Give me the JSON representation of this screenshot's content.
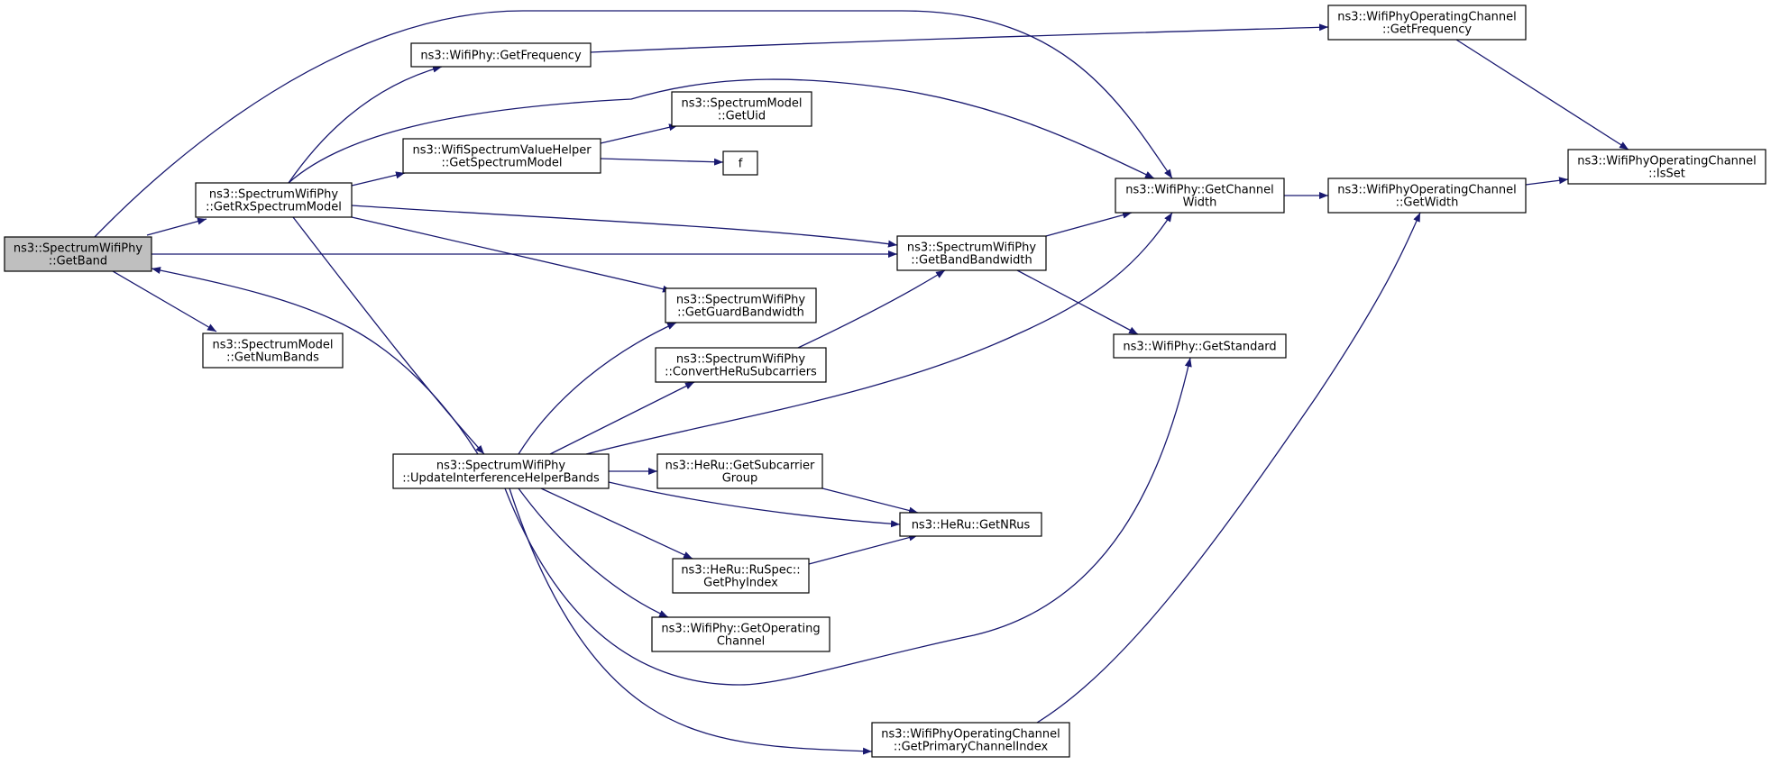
{
  "colors": {
    "edge": "#191970",
    "focus_fill": "#bfbfbf",
    "node_border": "#000000",
    "background": "#ffffff"
  },
  "nodes": [
    {
      "id": "getband",
      "lines": [
        "ns3::SpectrumWifiPhy",
        "::GetBand"
      ],
      "focus": true
    },
    {
      "id": "getrxspectrummodel",
      "lines": [
        "ns3::SpectrumWifiPhy",
        "::GetRxSpectrumModel"
      ]
    },
    {
      "id": "getnumbands",
      "lines": [
        "ns3::SpectrumModel",
        "::GetNumBands"
      ]
    },
    {
      "id": "wifiphy-getfrequency",
      "lines": [
        "ns3::WifiPhy::GetFrequency"
      ]
    },
    {
      "id": "getspectrummodel",
      "lines": [
        "ns3::WifiSpectrumValueHelper",
        "::GetSpectrumModel"
      ]
    },
    {
      "id": "updateinterferencehelperbands",
      "lines": [
        "ns3::SpectrumWifiPhy",
        "::UpdateInterferenceHelperBands"
      ]
    },
    {
      "id": "getuid",
      "lines": [
        "ns3::SpectrumModel",
        "::GetUid"
      ]
    },
    {
      "id": "f",
      "lines": [
        "f"
      ]
    },
    {
      "id": "getguardbandwidth",
      "lines": [
        "ns3::SpectrumWifiPhy",
        "::GetGuardBandwidth"
      ]
    },
    {
      "id": "convertherusubcarriers",
      "lines": [
        "ns3::SpectrumWifiPhy",
        "::ConvertHeRuSubcarriers"
      ]
    },
    {
      "id": "getsubcarriergroup",
      "lines": [
        "ns3::HeRu::GetSubcarrier",
        "Group"
      ]
    },
    {
      "id": "getphyindex",
      "lines": [
        "ns3::HeRu::RuSpec::",
        "GetPhyIndex"
      ]
    },
    {
      "id": "getoperatingchannel",
      "lines": [
        "ns3::WifiPhy::GetOperating",
        "Channel"
      ]
    },
    {
      "id": "getbandbandwidth",
      "lines": [
        "ns3::SpectrumWifiPhy",
        "::GetBandBandwidth"
      ]
    },
    {
      "id": "getnrus",
      "lines": [
        "ns3::HeRu::GetNRus"
      ]
    },
    {
      "id": "getprimarychannelindex",
      "lines": [
        "ns3::WifiPhyOperatingChannel",
        "::GetPrimaryChannelIndex"
      ]
    },
    {
      "id": "getchannelwidth",
      "lines": [
        "ns3::WifiPhy::GetChannel",
        "Width"
      ]
    },
    {
      "id": "getstandard",
      "lines": [
        "ns3::WifiPhy::GetStandard"
      ]
    },
    {
      "id": "opch-getfrequency",
      "lines": [
        "ns3::WifiPhyOperatingChannel",
        "::GetFrequency"
      ]
    },
    {
      "id": "opch-getwidth",
      "lines": [
        "ns3::WifiPhyOperatingChannel",
        "::GetWidth"
      ]
    },
    {
      "id": "opch-isset",
      "lines": [
        "ns3::WifiPhyOperatingChannel",
        "::IsSet"
      ]
    }
  ],
  "edges": [
    {
      "from": "getband",
      "to": "getrxspectrummodel"
    },
    {
      "from": "getband",
      "to": "getnumbands"
    },
    {
      "from": "getband",
      "to": "getbandbandwidth"
    },
    {
      "from": "getband",
      "to": "getchannelwidth"
    },
    {
      "from": "getrxspectrummodel",
      "to": "wifiphy-getfrequency"
    },
    {
      "from": "getrxspectrummodel",
      "to": "getspectrummodel"
    },
    {
      "from": "getrxspectrummodel",
      "to": "getchannelwidth"
    },
    {
      "from": "getrxspectrummodel",
      "to": "getbandbandwidth"
    },
    {
      "from": "getrxspectrummodel",
      "to": "getguardbandwidth"
    },
    {
      "from": "getrxspectrummodel",
      "to": "updateinterferencehelperbands"
    },
    {
      "from": "wifiphy-getfrequency",
      "to": "opch-getfrequency"
    },
    {
      "from": "getspectrummodel",
      "to": "getuid"
    },
    {
      "from": "getspectrummodel",
      "to": "f"
    },
    {
      "from": "updateinterferencehelperbands",
      "to": "getband"
    },
    {
      "from": "updateinterferencehelperbands",
      "to": "getguardbandwidth"
    },
    {
      "from": "updateinterferencehelperbands",
      "to": "convertherusubcarriers"
    },
    {
      "from": "updateinterferencehelperbands",
      "to": "getchannelwidth"
    },
    {
      "from": "updateinterferencehelperbands",
      "to": "getsubcarriergroup"
    },
    {
      "from": "updateinterferencehelperbands",
      "to": "getnrus"
    },
    {
      "from": "updateinterferencehelperbands",
      "to": "getphyindex"
    },
    {
      "from": "updateinterferencehelperbands",
      "to": "getoperatingchannel"
    },
    {
      "from": "updateinterferencehelperbands",
      "to": "getstandard"
    },
    {
      "from": "updateinterferencehelperbands",
      "to": "getprimarychannelindex"
    },
    {
      "from": "convertherusubcarriers",
      "to": "getbandbandwidth"
    },
    {
      "from": "getsubcarriergroup",
      "to": "getnrus"
    },
    {
      "from": "getphyindex",
      "to": "getnrus"
    },
    {
      "from": "getbandbandwidth",
      "to": "getchannelwidth"
    },
    {
      "from": "getbandbandwidth",
      "to": "getstandard"
    },
    {
      "from": "getchannelwidth",
      "to": "opch-getwidth"
    },
    {
      "from": "getprimarychannelindex",
      "to": "opch-getwidth"
    },
    {
      "from": "opch-getfrequency",
      "to": "opch-isset"
    },
    {
      "from": "opch-getwidth",
      "to": "opch-isset"
    }
  ]
}
